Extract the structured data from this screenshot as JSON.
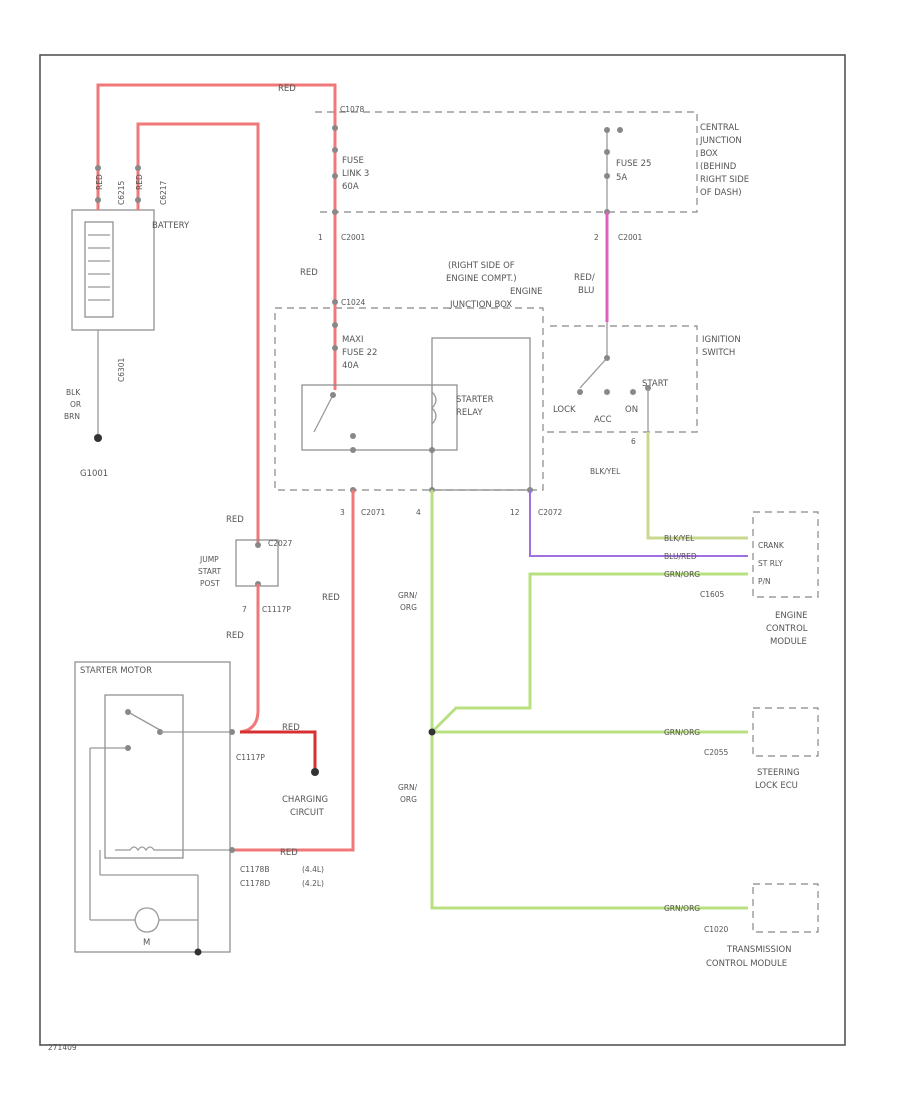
{
  "diagram_id": "271409",
  "wire_colors": {
    "red": "#f07878",
    "green": "#b8e080",
    "purple": "#a070e0",
    "red_blue": "#e060c0"
  },
  "labels": {
    "battery": "BATTERY",
    "c6215": "C6215",
    "c6217": "C6217",
    "c6301": "C6301",
    "red_top": "RED",
    "red_bat1": "RED",
    "red_bat2": "RED",
    "blk_wire": "BLK",
    "blk_or": "OR",
    "brn": "BRN",
    "g1001": "G1001",
    "c1078": "C1078",
    "fuse_link": "FUSE",
    "fuse_link2": "LINK 3",
    "fuse_link_amp": "60A",
    "fuse_25": "FUSE 25",
    "fuse_25_amp": "5A",
    "cjb_1": "CENTRAL",
    "cjb_2": "JUNCTION",
    "cjb_3": "BOX",
    "cjb_4": "(BEHIND",
    "cjb_5": "RIGHT SIDE",
    "cjb_6": "OF DASH)",
    "c2001_a": "C2001",
    "c2001_b": "C2001",
    "pin1_a": "1",
    "pin2_a": "2",
    "red_mid": "RED",
    "red_blu_1": "RED/",
    "red_blu_2": "BLU",
    "c1024": "C1024",
    "ejb_1": "(RIGHT SIDE OF",
    "ejb_2": "ENGINE COMPT.)",
    "ejb_3": "ENGINE",
    "ejb_4": "JUNCTION BOX",
    "maxi_1": "MAXI",
    "maxi_2": "FUSE 22",
    "maxi_3": "40A",
    "starter_relay_1": "STARTER",
    "starter_relay_2": "RELAY",
    "ign_1": "IGNITION",
    "ign_2": "SWITCH",
    "lock": "LOCK",
    "acc": "ACC",
    "on": "ON",
    "start": "START",
    "pin3": "3",
    "pin4": "4",
    "pin12": "12",
    "pin6": "6",
    "pin7": "7",
    "c2071": "C2071",
    "c2072": "C2072",
    "blk_yel": "BLK/YEL",
    "red_left": "RED",
    "c2027": "C2027",
    "jump_1": "JUMP",
    "jump_2": "START",
    "jump_3": "POST",
    "c1117p": "C1117P",
    "red_left2": "RED",
    "red_relay_down": "RED",
    "grn_org_1": "GRN/",
    "grn_org_2": "ORG",
    "grn_org_3": "GRN/",
    "grn_org_4": "ORG",
    "ecm_wire1": "BLK/YEL",
    "ecm_wire2": "BLU/RED",
    "ecm_wire3": "GRN/ORG",
    "ecm_pin1": "CRANK",
    "ecm_pin2": "ST RLY",
    "ecm_pin3": "P/N",
    "c1605": "C1605",
    "ecm_1": "ENGINE",
    "ecm_2": "CONTROL",
    "ecm_3": "MODULE",
    "sl_wire": "GRN/ORG",
    "c2055": "C2055",
    "sl_1": "STEERING",
    "sl_2": "LOCK ECU",
    "tcm_wire": "GRN/ORG",
    "c1020": "C1020",
    "tcm_1": "TRANSMISSION",
    "tcm_2": "CONTROL MODULE",
    "starter_motor": "STARTER MOTOR",
    "c1117p_b": "C1117P",
    "red_charge": "RED",
    "charging_1": "CHARGING",
    "charging_2": "CIRCUIT",
    "red_sol": "RED",
    "c1178b": "C1178B",
    "c1178b_note": "(4.4L)",
    "c1178d": "C1178D",
    "c1178d_note": "(4.2L)",
    "motor_m": "M"
  }
}
